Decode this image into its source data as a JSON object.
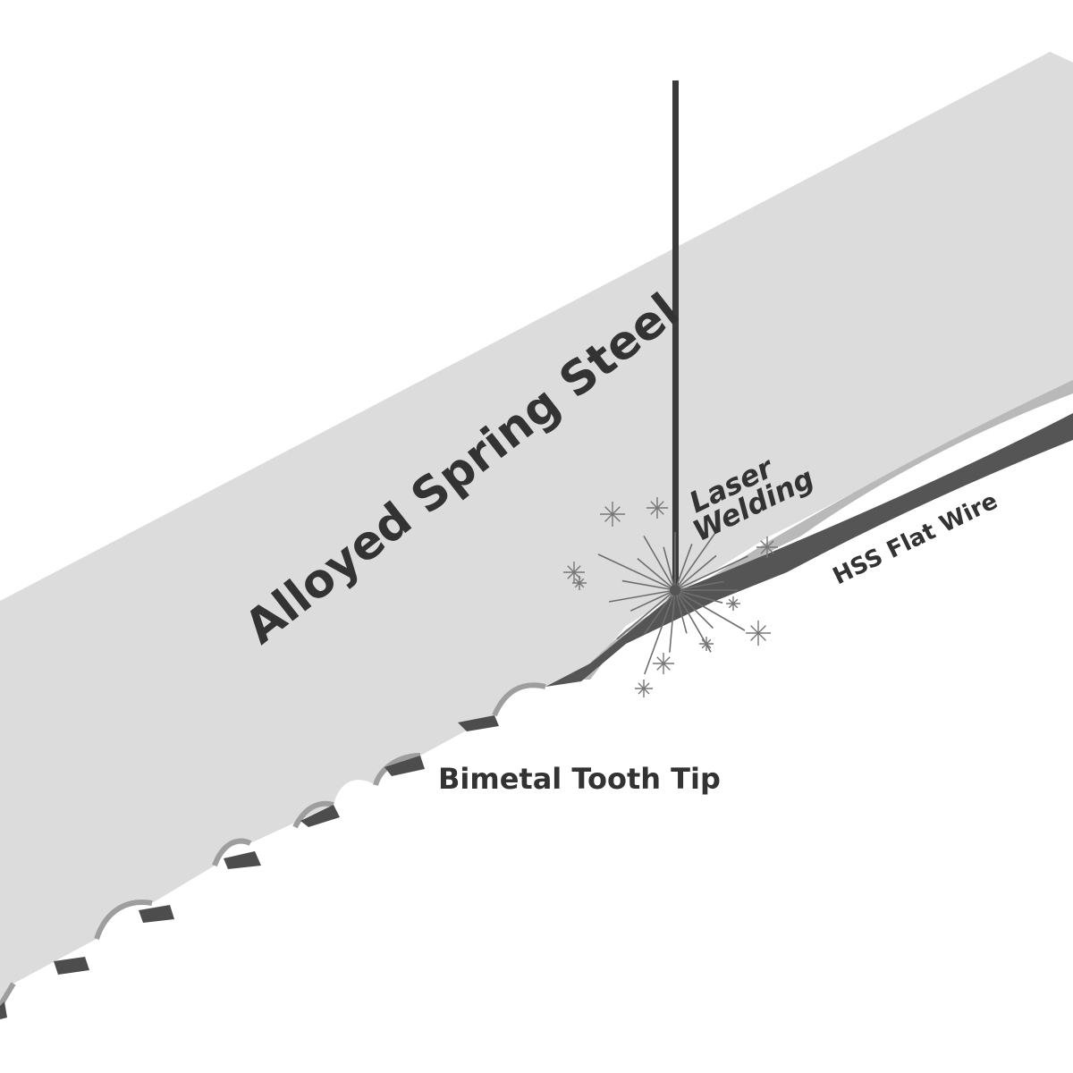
{
  "labels": {
    "spring_steel": "Alloyed Spring Steel",
    "laser_line1": "Laser",
    "laser_line2": "Welding",
    "hss_wire": "HSS Flat Wire",
    "tooth_tip": "Bimetal Tooth Tip"
  },
  "colors": {
    "background": "#ffffff",
    "steel_face": "#dcdcdc",
    "steel_edge": "#b3b3b3",
    "hss_dark": "#4d4d4d",
    "hss_light": "#9a9a9a",
    "laser_beam": "#3a3a3a",
    "text": "#333333",
    "spark": "#6e6e6e"
  },
  "icons": {
    "spark": "sparkle-star-icon"
  }
}
